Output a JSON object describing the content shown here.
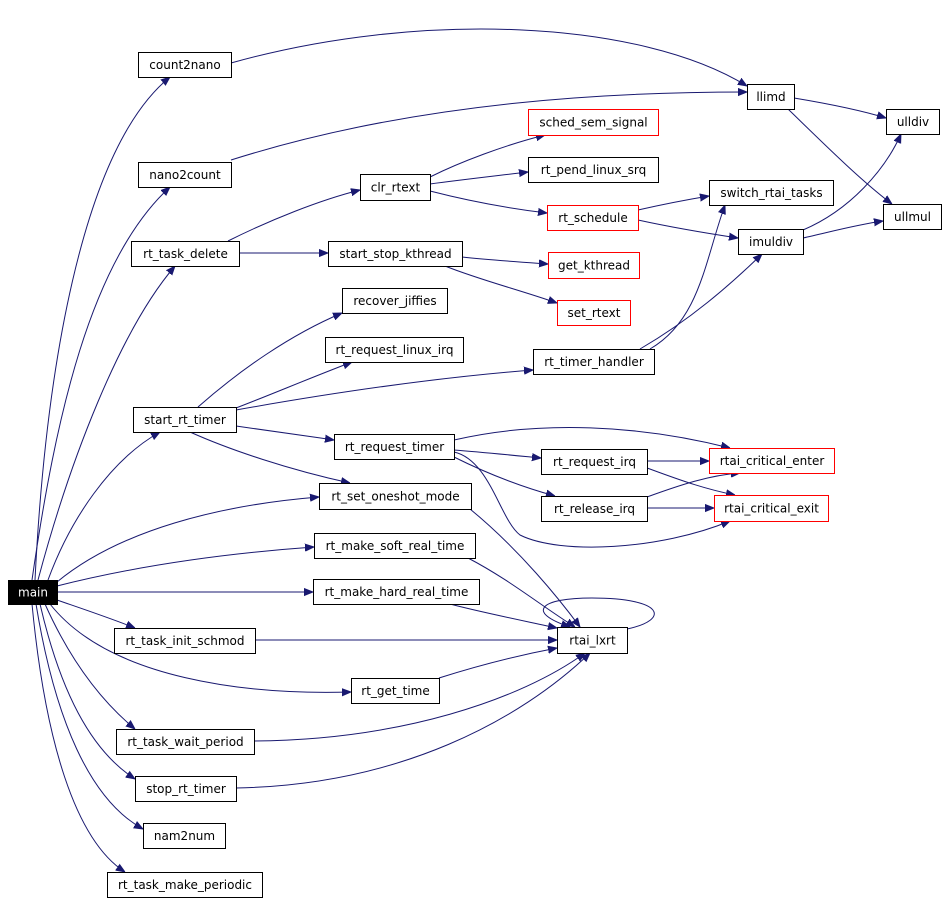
{
  "graph": {
    "root": "main",
    "colors": {
      "edge": "#191970",
      "node_border": "#000000",
      "truncated_border": "#ff0000",
      "root_fill": "#000000",
      "root_text": "#ffffff",
      "background": "#ffffff"
    },
    "nodes": [
      {
        "id": "main",
        "label": "main",
        "root": true
      },
      {
        "id": "count2nano",
        "label": "count2nano"
      },
      {
        "id": "nano2count",
        "label": "nano2count"
      },
      {
        "id": "rt_task_delete",
        "label": "rt_task_delete"
      },
      {
        "id": "start_rt_timer",
        "label": "start_rt_timer"
      },
      {
        "id": "rt_set_oneshot_mode",
        "label": "rt_set_oneshot_mode"
      },
      {
        "id": "rt_make_soft_real_time",
        "label": "rt_make_soft_real_time"
      },
      {
        "id": "rt_make_hard_real_time",
        "label": "rt_make_hard_real_time"
      },
      {
        "id": "rt_task_init_schmod",
        "label": "rt_task_init_schmod"
      },
      {
        "id": "rt_get_time",
        "label": "rt_get_time"
      },
      {
        "id": "rt_task_wait_period",
        "label": "rt_task_wait_period"
      },
      {
        "id": "stop_rt_timer",
        "label": "stop_rt_timer"
      },
      {
        "id": "nam2num",
        "label": "nam2num"
      },
      {
        "id": "rt_task_make_periodic",
        "label": "rt_task_make_periodic"
      },
      {
        "id": "llimd",
        "label": "llimd"
      },
      {
        "id": "ulldiv",
        "label": "ulldiv"
      },
      {
        "id": "ullmul",
        "label": "ullmul"
      },
      {
        "id": "clr_rtext",
        "label": "clr_rtext"
      },
      {
        "id": "start_stop_kthread",
        "label": "start_stop_kthread"
      },
      {
        "id": "sched_sem_signal",
        "label": "sched_sem_signal",
        "truncated": true
      },
      {
        "id": "rt_pend_linux_srq",
        "label": "rt_pend_linux_srq"
      },
      {
        "id": "rt_schedule",
        "label": "rt_schedule",
        "truncated": true
      },
      {
        "id": "switch_rtai_tasks",
        "label": "switch_rtai_tasks"
      },
      {
        "id": "imuldiv",
        "label": "imuldiv"
      },
      {
        "id": "get_kthread",
        "label": "get_kthread",
        "truncated": true
      },
      {
        "id": "set_rtext",
        "label": "set_rtext",
        "truncated": true
      },
      {
        "id": "recover_jiffies",
        "label": "recover_jiffies"
      },
      {
        "id": "rt_request_linux_irq",
        "label": "rt_request_linux_irq"
      },
      {
        "id": "rt_timer_handler",
        "label": "rt_timer_handler"
      },
      {
        "id": "rt_request_timer",
        "label": "rt_request_timer"
      },
      {
        "id": "rt_request_irq",
        "label": "rt_request_irq"
      },
      {
        "id": "rt_release_irq",
        "label": "rt_release_irq"
      },
      {
        "id": "rtai_critical_enter",
        "label": "rtai_critical_enter",
        "truncated": true
      },
      {
        "id": "rtai_critical_exit",
        "label": "rtai_critical_exit",
        "truncated": true
      },
      {
        "id": "rtai_lxrt",
        "label": "rtai_lxrt"
      }
    ],
    "edges": [
      {
        "from": "main",
        "to": "count2nano"
      },
      {
        "from": "main",
        "to": "nano2count"
      },
      {
        "from": "main",
        "to": "rt_task_delete"
      },
      {
        "from": "main",
        "to": "start_rt_timer"
      },
      {
        "from": "main",
        "to": "rt_set_oneshot_mode"
      },
      {
        "from": "main",
        "to": "rt_make_soft_real_time"
      },
      {
        "from": "main",
        "to": "rt_make_hard_real_time"
      },
      {
        "from": "main",
        "to": "rt_task_init_schmod"
      },
      {
        "from": "main",
        "to": "rt_get_time"
      },
      {
        "from": "main",
        "to": "rt_task_wait_period"
      },
      {
        "from": "main",
        "to": "stop_rt_timer"
      },
      {
        "from": "main",
        "to": "nam2num"
      },
      {
        "from": "main",
        "to": "rt_task_make_periodic"
      },
      {
        "from": "count2nano",
        "to": "llimd"
      },
      {
        "from": "nano2count",
        "to": "llimd"
      },
      {
        "from": "llimd",
        "to": "ulldiv"
      },
      {
        "from": "llimd",
        "to": "ullmul"
      },
      {
        "from": "rt_task_delete",
        "to": "clr_rtext"
      },
      {
        "from": "rt_task_delete",
        "to": "start_stop_kthread"
      },
      {
        "from": "clr_rtext",
        "to": "sched_sem_signal"
      },
      {
        "from": "clr_rtext",
        "to": "rt_pend_linux_srq"
      },
      {
        "from": "clr_rtext",
        "to": "rt_schedule"
      },
      {
        "from": "rt_schedule",
        "to": "switch_rtai_tasks"
      },
      {
        "from": "rt_schedule",
        "to": "imuldiv"
      },
      {
        "from": "imuldiv",
        "to": "ulldiv"
      },
      {
        "from": "imuldiv",
        "to": "ullmul"
      },
      {
        "from": "start_stop_kthread",
        "to": "get_kthread"
      },
      {
        "from": "start_stop_kthread",
        "to": "set_rtext"
      },
      {
        "from": "start_rt_timer",
        "to": "recover_jiffies"
      },
      {
        "from": "start_rt_timer",
        "to": "rt_request_linux_irq"
      },
      {
        "from": "start_rt_timer",
        "to": "rt_timer_handler"
      },
      {
        "from": "start_rt_timer",
        "to": "rt_request_timer"
      },
      {
        "from": "start_rt_timer",
        "to": "rt_set_oneshot_mode"
      },
      {
        "from": "rt_timer_handler",
        "to": "switch_rtai_tasks"
      },
      {
        "from": "rt_timer_handler",
        "to": "imuldiv"
      },
      {
        "from": "rt_request_timer",
        "to": "rtai_critical_enter"
      },
      {
        "from": "rt_request_timer",
        "to": "rt_request_irq"
      },
      {
        "from": "rt_request_timer",
        "to": "rt_release_irq"
      },
      {
        "from": "rt_request_timer",
        "to": "rtai_critical_exit"
      },
      {
        "from": "rt_request_irq",
        "to": "rtai_critical_enter"
      },
      {
        "from": "rt_request_irq",
        "to": "rtai_critical_exit"
      },
      {
        "from": "rt_release_irq",
        "to": "rtai_critical_enter"
      },
      {
        "from": "rt_release_irq",
        "to": "rtai_critical_exit"
      },
      {
        "from": "rt_set_oneshot_mode",
        "to": "rtai_lxrt"
      },
      {
        "from": "rt_make_soft_real_time",
        "to": "rtai_lxrt"
      },
      {
        "from": "rt_make_hard_real_time",
        "to": "rtai_lxrt"
      },
      {
        "from": "rt_task_init_schmod",
        "to": "rtai_lxrt"
      },
      {
        "from": "rt_get_time",
        "to": "rtai_lxrt"
      },
      {
        "from": "rt_task_wait_period",
        "to": "rtai_lxrt"
      },
      {
        "from": "stop_rt_timer",
        "to": "rtai_lxrt"
      },
      {
        "from": "rtai_lxrt",
        "to": "rtai_lxrt"
      }
    ]
  }
}
